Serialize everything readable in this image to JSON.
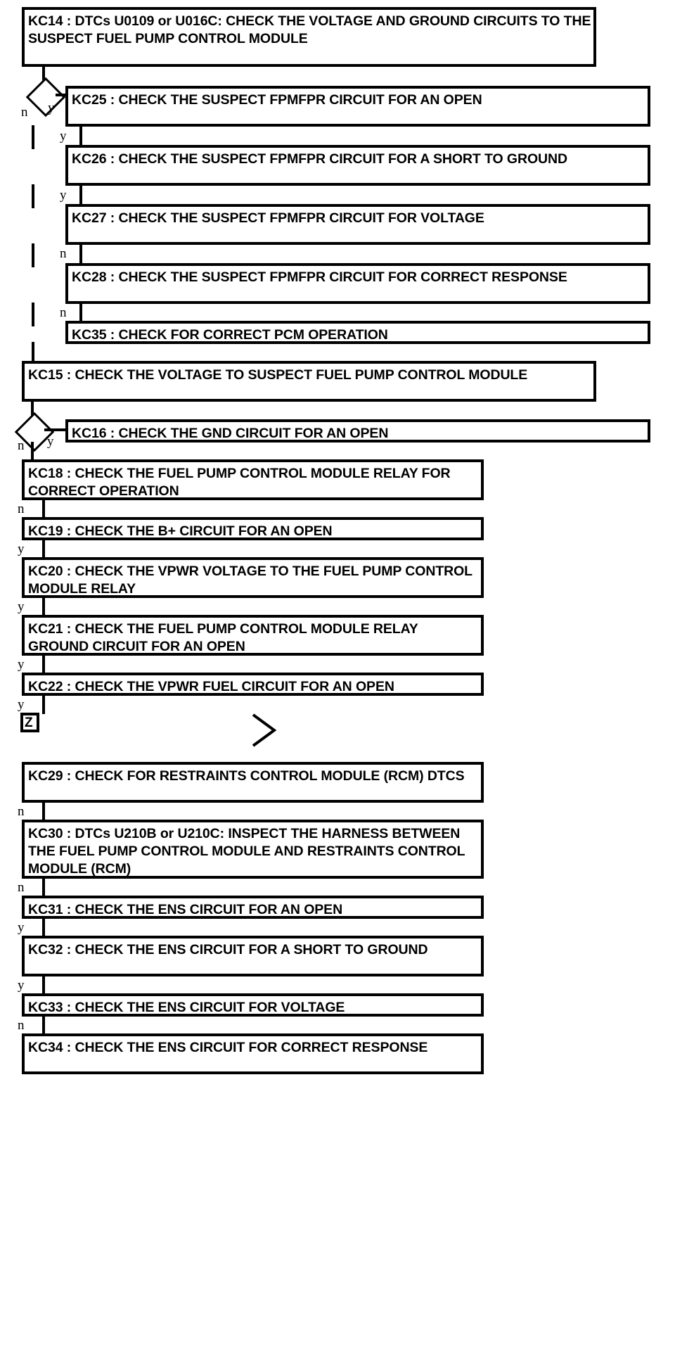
{
  "diagram": {
    "title": "Fuel Pump Control Module Diagnostic Flowchart",
    "type": "flowchart",
    "background_color": "#ffffff",
    "line_color": "#000000"
  },
  "nodes": {
    "kc14": "KC14 : DTCs U0109 or U016C: CHECK THE VOLTAGE AND GROUND CIRCUITS TO THE SUSPECT FUEL PUMP CONTROL MODULE",
    "kc25": "KC25 : CHECK THE SUSPECT FPMFPR CIRCUIT FOR AN OPEN",
    "kc26": "KC26 : CHECK THE SUSPECT FPMFPR CIRCUIT FOR A SHORT TO GROUND",
    "kc27": "KC27 : CHECK THE SUSPECT FPMFPR CIRCUIT FOR VOLTAGE",
    "kc28": "KC28 : CHECK THE SUSPECT FPMFPR CIRCUIT FOR CORRECT RESPONSE",
    "kc35": "KC35 : CHECK FOR CORRECT PCM OPERATION",
    "kc15": "KC15 : CHECK THE VOLTAGE TO SUSPECT FUEL PUMP CONTROL MODULE",
    "kc16": "KC16 : CHECK THE GND CIRCUIT FOR AN OPEN",
    "kc18": "KC18 : CHECK THE FUEL PUMP CONTROL MODULE RELAY FOR CORRECT OPERATION",
    "kc19": "KC19 : CHECK THE B+ CIRCUIT FOR AN OPEN",
    "kc20": "KC20 : CHECK THE VPWR VOLTAGE TO THE FUEL PUMP CONTROL MODULE RELAY",
    "kc21": "KC21 : CHECK THE FUEL PUMP CONTROL MODULE RELAY GROUND CIRCUIT FOR AN OPEN",
    "kc22": "KC22 : CHECK THE VPWR FUEL CIRCUIT FOR AN OPEN",
    "connector_z": "Z",
    "kc29": "KC29 : CHECK FOR RESTRAINTS CONTROL MODULE (RCM) DTCS",
    "kc30": "KC30 : DTCs U210B or U210C: INSPECT THE HARNESS BETWEEN THE FUEL PUMP CONTROL MODULE AND RESTRAINTS CONTROL MODULE (RCM)",
    "kc31": "KC31 : CHECK THE ENS CIRCUIT FOR AN OPEN",
    "kc32": "KC32 : CHECK THE ENS CIRCUIT FOR A SHORT TO GROUND",
    "kc33": "KC33 : CHECK THE ENS CIRCUIT FOR VOLTAGE",
    "kc34": "KC34 : CHECK THE ENS CIRCUIT FOR CORRECT RESPONSE"
  },
  "edge_labels": {
    "d1_n": "n",
    "d1_y": "y",
    "kc25_y": "y",
    "kc26_y": "y",
    "kc27_n": "n",
    "kc28_n": "n",
    "d2_n": "n",
    "d2_y": "y",
    "kc18_n": "n",
    "kc19_y": "y",
    "kc20_y": "y",
    "kc21_y": "y",
    "kc22_y": "y",
    "kc29_n": "n",
    "kc30_n": "n",
    "kc31_y": "y",
    "kc32_y": "y",
    "kc33_n": "n"
  }
}
